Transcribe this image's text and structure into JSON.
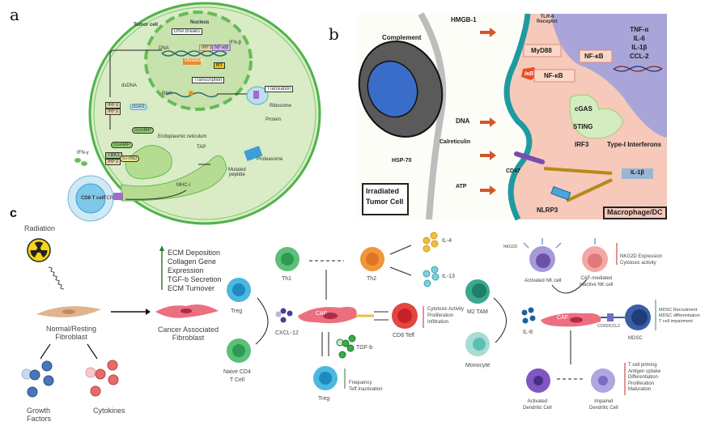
{
  "panels": {
    "a": {
      "letter": "a",
      "labels": {
        "tumor_cell": "Tumor cell",
        "nucleus": "Nucleus",
        "dna_breaks": "DNA breaks",
        "dna": "DNA",
        "irf3": "IRF3",
        "nfkb": "NF-κB",
        "ifnb": "IFN-β",
        "mutation": "Mutation",
        "rt": "RT",
        "transcription": "Transcription",
        "dsdna": "dsDNA",
        "rna": "RNA",
        "translation": "Translation",
        "ribosome": "Ribosome",
        "protein": "Protein",
        "cgas": "cGAS",
        "cgamp": "cGAMP",
        "irf3_p1": "IRF3",
        "irf3_p2": "IRF3",
        "phospho": "P",
        "tbk1": "TBK1",
        "sting": "STING",
        "tbk1_irf3": "IRF3",
        "enpp1": "ENPP1",
        "er": "Endoplasmic reticulum",
        "tap": "TAP",
        "proteasome": "Proteasome",
        "mutated_peptide": "Mutated\npeptide",
        "mhc1": "MHC-I",
        "ifng": "IFN-γ",
        "cd8": "CD8 T cell",
        "tcr": "TCR"
      }
    },
    "b": {
      "letter": "b",
      "labels": {
        "hmgb1": "HMGB-1",
        "complement": "Complement",
        "tlr4": "TLR-4\nReceptor",
        "myd88": "MyD88",
        "ikb": "IκB",
        "nfkb1": "NF-κB",
        "nfkb2": "NF-κB",
        "cytokines": [
          "TNF-α",
          "IL-6",
          "IL-1β",
          "CCL-2"
        ],
        "dna": "DNA",
        "cgas": "cGAS",
        "sting": "STING",
        "irf3": "IRF3",
        "type1": "Type-I Interferons",
        "calreticulin": "Calreticulin",
        "hsp70": "HSP-70",
        "cd47": "CD47",
        "il1b": "IL-1β",
        "atp": "ATP",
        "nlrp3": "NLRP3",
        "irradiated": "Irradiated\nTumor Cell",
        "macrophage": "Macrophage/DC"
      },
      "colors": {
        "tumor_bg": "#fdfdf8",
        "macro_bg": "#f6c9ba",
        "nucleus_bg": "#a9a5d8",
        "membrane": "#1e9aa0",
        "arrow": "#d2562a",
        "gold_arrow": "#b58a1a"
      }
    },
    "c": {
      "letter": "c",
      "labels": {
        "radiation": "Radiation",
        "normal_fibro": "Normal/Resting\nFibroblast",
        "growth": "Growth\nFactors",
        "cytokines": "Cytokines",
        "ecm_list": [
          "ECM Deposition",
          "Collagen Gene",
          "Expression",
          "TGF-b Secretion",
          "ECM Turnover"
        ],
        "caf_full": "Cancer Associated\nFibroblast",
        "treg_top": "Treg",
        "naive": "Naive CD4\nT Cell",
        "cxcl12": "CXCL-12",
        "caf1": "CAF",
        "th1": "Th1",
        "th2": "Th2",
        "il4": "IL-4",
        "il13": "IL-13",
        "cd8teff": "CD8 Teff",
        "cd8_effects": [
          "Cytotoxic Activity",
          "Proliferation",
          "Infiltration"
        ],
        "tgfb": "TGF-b",
        "treg_bottom": "Treg",
        "treg_effects": [
          "Frequency",
          "Teff Inactivation"
        ],
        "m2tam": "M2 TAM",
        "monocyte": "Monocyte",
        "il8": "IL-8",
        "caf2": "CAF",
        "nkg2d": "NKG2D",
        "active_nk": "Activated NK cell",
        "inactive_nk": "CAF-mediated\nInactive NK cell",
        "nk_effects": [
          "NKG2D Expression",
          "Cytotoxic activity"
        ],
        "ccr2": "CCR2/CCL2",
        "mdsc": "MDSC",
        "mdsc_effects": [
          "MDSC Recruitment",
          "MDSC differentiation",
          "T cell impairment"
        ],
        "active_dc": "Activated\nDendritic Cell",
        "impaired_dc": "Impaired\nDendritic Cell",
        "dc_effects": [
          "T cell priming",
          "Antigen uptake",
          "Differentiation",
          "Proliferation",
          "Maturation"
        ]
      },
      "colors": {
        "up_arrow": "#2e7d32",
        "down_arrow": "#c62828",
        "caf": "#ec6f7f",
        "treg": "#4ab8e0",
        "th1": "#5cbf7a",
        "th2": "#f0963a",
        "cd8": "#e0473f",
        "nk": "#8a7cc8",
        "mdsc": "#3a5ea8",
        "m2": "#3aa88c",
        "mono": "#8fd4cc",
        "dc_active": "#7e57c2",
        "dc_impaired": "#b0a6e0"
      }
    }
  }
}
